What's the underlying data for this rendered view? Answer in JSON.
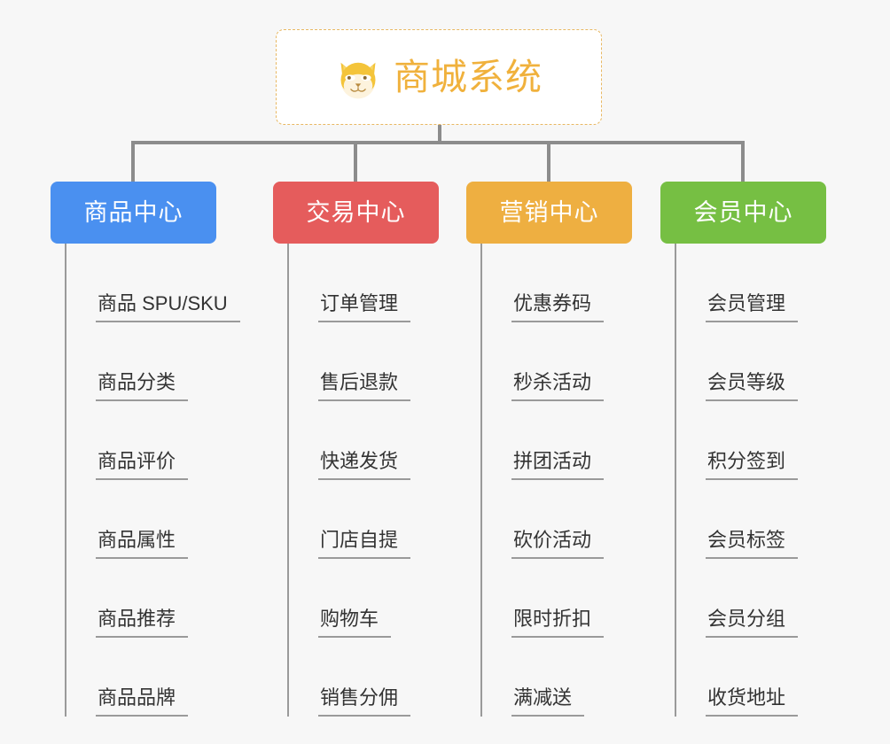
{
  "root": {
    "title": "商城系统",
    "logo_icon": "shiba-dog-face-icon",
    "border_color": "#e8b863",
    "text_color": "#f0b13c"
  },
  "connectors": {
    "color": "#8c8c8c"
  },
  "columns": [
    {
      "id": "product-center",
      "label": "商品中心",
      "color": "#4a90f0",
      "items": [
        "商品 SPU/SKU",
        "商品分类",
        "商品评价",
        "商品属性",
        "商品推荐",
        "商品品牌"
      ]
    },
    {
      "id": "trade-center",
      "label": "交易中心",
      "color": "#e55c5c",
      "items": [
        "订单管理",
        "售后退款",
        "快递发货",
        "门店自提",
        "购物车",
        "销售分佣"
      ]
    },
    {
      "id": "marketing-center",
      "label": "营销中心",
      "color": "#eeaf41",
      "items": [
        "优惠券码",
        "秒杀活动",
        "拼团活动",
        "砍价活动",
        "限时折扣",
        "满减送"
      ]
    },
    {
      "id": "member-center",
      "label": "会员中心",
      "color": "#76bf43",
      "items": [
        "会员管理",
        "会员等级",
        "积分签到",
        "会员标签",
        "会员分组",
        "收货地址"
      ]
    }
  ]
}
